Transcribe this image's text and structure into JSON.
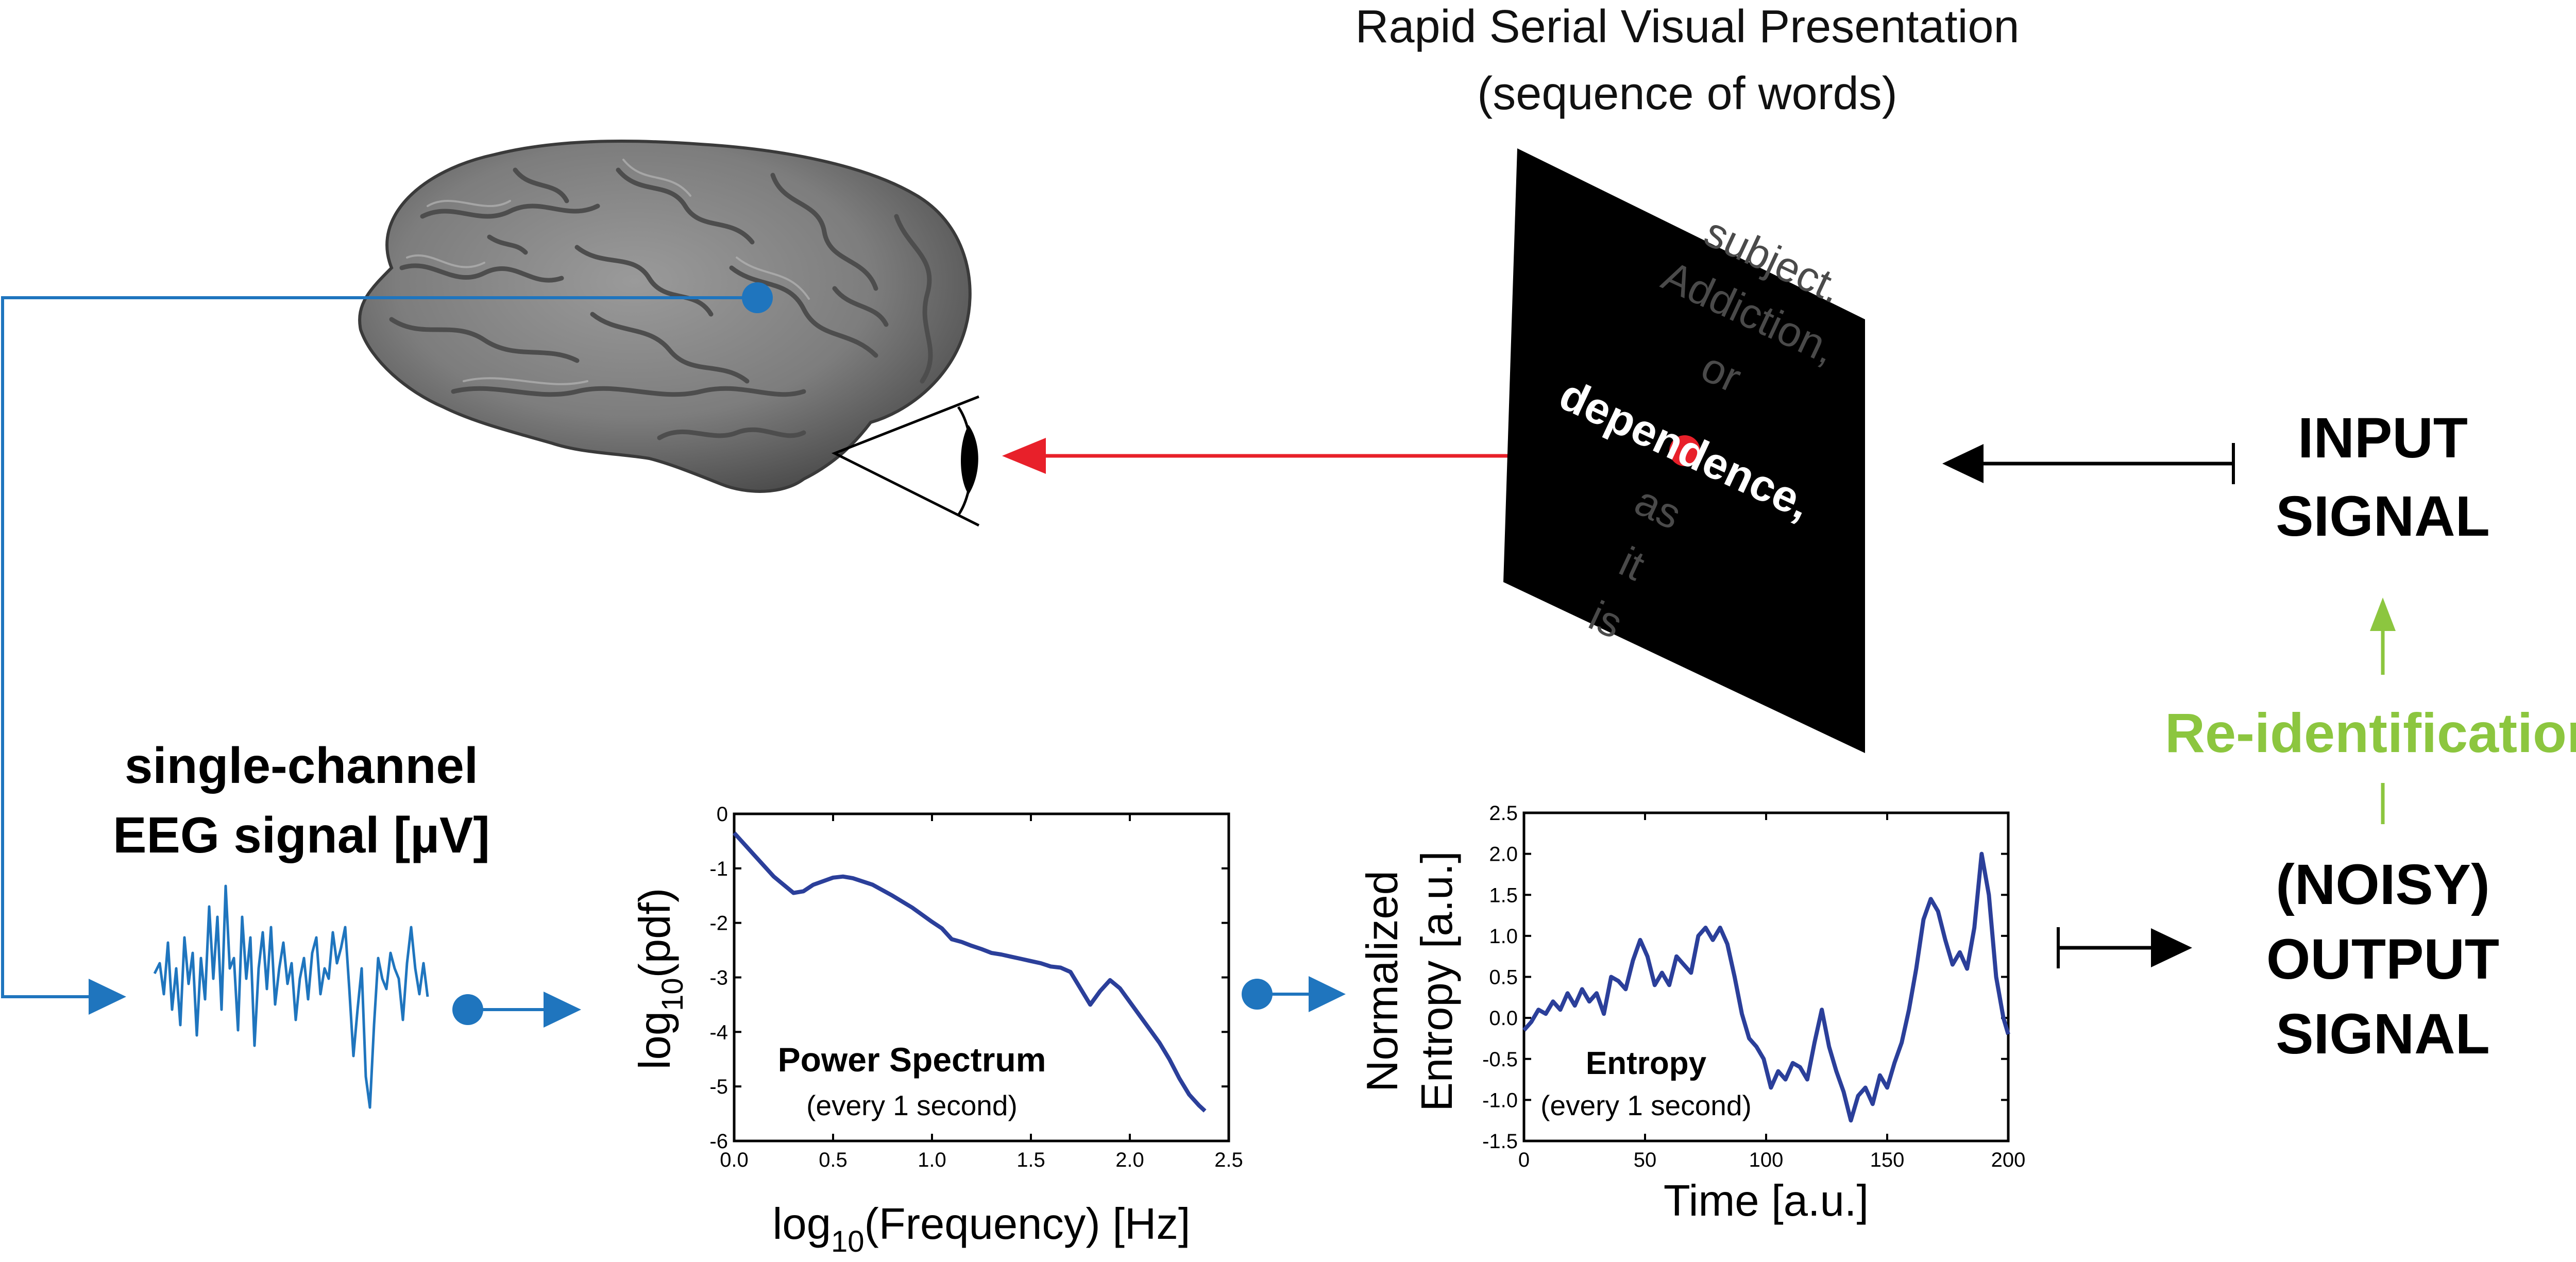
{
  "rsvp": {
    "title_line1": "Rapid Serial Visual Presentation",
    "title_line2": "(sequence of words)",
    "words_before": [
      "subject.",
      "Addiction,",
      "or"
    ],
    "current_word": "dependence,",
    "words_after": [
      "as",
      "it",
      "is"
    ]
  },
  "input_signal": {
    "line1": "INPUT",
    "line2": "SIGNAL"
  },
  "reidentification": {
    "label": "Re-identification",
    "color": "#8cc63f"
  },
  "output_signal": {
    "line1": "(NOISY)",
    "line2": "OUTPUT",
    "line3": "SIGNAL"
  },
  "eeg": {
    "line1": "single-channel",
    "line2": "EEG signal [µV]"
  },
  "colors": {
    "blue": "#1f75be",
    "red": "#e8202a",
    "plot_line": "#2b3f9a",
    "black": "#000000"
  },
  "icons": [
    "brain-image",
    "eye-icon",
    "electrode-dot-icon",
    "arrow-right-icon",
    "arrow-left-icon",
    "arrow-up-icon"
  ],
  "chart_data": [
    {
      "type": "line",
      "title": "Power Spectrum",
      "subtitle": "(every 1 second)",
      "xlabel_prefix": "log",
      "xlabel_sub": "10",
      "xlabel_rest": "(Frequency) [Hz]",
      "ylabel_prefix": "log",
      "ylabel_sub": "10",
      "ylabel_rest": "(pdf)",
      "xlim": [
        0.0,
        2.5
      ],
      "ylim": [
        -6,
        0
      ],
      "xticks": [
        "0.0",
        "0.5",
        "1.0",
        "1.5",
        "2.0",
        "2.5"
      ],
      "yticks": [
        "0",
        "-1",
        "-2",
        "-3",
        "-4",
        "-5",
        "-6"
      ],
      "series": [
        {
          "x": [
            0.0,
            0.1,
            0.2,
            0.3,
            0.35,
            0.4,
            0.5,
            0.55,
            0.6,
            0.7,
            0.8,
            0.9,
            1.0,
            1.05,
            1.1,
            1.15,
            1.2,
            1.25,
            1.3,
            1.35,
            1.4,
            1.45,
            1.5,
            1.55,
            1.6,
            1.65,
            1.7,
            1.75,
            1.8,
            1.85,
            1.9,
            1.95,
            2.0,
            2.05,
            2.1,
            2.15,
            2.2,
            2.25,
            2.3,
            2.35,
            2.38
          ],
          "y": [
            -0.35,
            -0.75,
            -1.15,
            -1.45,
            -1.42,
            -1.3,
            -1.17,
            -1.15,
            -1.18,
            -1.3,
            -1.5,
            -1.72,
            -1.98,
            -2.1,
            -2.3,
            -2.35,
            -2.42,
            -2.48,
            -2.55,
            -2.58,
            -2.62,
            -2.66,
            -2.7,
            -2.74,
            -2.8,
            -2.82,
            -2.9,
            -3.2,
            -3.5,
            -3.25,
            -3.05,
            -3.2,
            -3.45,
            -3.7,
            -3.95,
            -4.2,
            -4.5,
            -4.85,
            -5.15,
            -5.35,
            -5.45
          ]
        }
      ]
    },
    {
      "type": "line",
      "title": "Entropy",
      "subtitle": "(every 1 second)",
      "xlabel": "Time [a.u.]",
      "ylabel_line1": "Normalized",
      "ylabel_line2": "Entropy [a.u.]",
      "xlim": [
        0,
        200
      ],
      "ylim": [
        -1.5,
        2.5
      ],
      "xticks": [
        "0",
        "50",
        "100",
        "150",
        "200"
      ],
      "yticks": [
        "2.5",
        "2.0",
        "1.5",
        "1.0",
        "0.5",
        "0.0",
        "-0.5",
        "-1.0",
        "-1.5"
      ],
      "series": [
        {
          "x": [
            0,
            3,
            6,
            9,
            12,
            15,
            18,
            21,
            24,
            27,
            30,
            33,
            36,
            39,
            42,
            45,
            48,
            51,
            54,
            57,
            60,
            63,
            66,
            69,
            72,
            75,
            78,
            81,
            84,
            87,
            90,
            93,
            96,
            99,
            102,
            105,
            108,
            111,
            114,
            117,
            120,
            123,
            126,
            129,
            132,
            135,
            138,
            141,
            144,
            147,
            150,
            153,
            156,
            159,
            162,
            165,
            168,
            171,
            174,
            177,
            180,
            183,
            186,
            189,
            192,
            195,
            198,
            200
          ],
          "y": [
            -0.15,
            -0.05,
            0.1,
            0.05,
            0.2,
            0.1,
            0.3,
            0.15,
            0.35,
            0.2,
            0.3,
            0.05,
            0.5,
            0.45,
            0.35,
            0.7,
            0.95,
            0.75,
            0.4,
            0.55,
            0.4,
            0.75,
            0.65,
            0.55,
            1.0,
            1.1,
            0.95,
            1.1,
            0.9,
            0.5,
            0.05,
            -0.25,
            -0.35,
            -0.5,
            -0.85,
            -0.65,
            -0.75,
            -0.55,
            -0.6,
            -0.75,
            -0.3,
            0.1,
            -0.35,
            -0.65,
            -0.9,
            -1.25,
            -0.95,
            -0.85,
            -1.05,
            -0.7,
            -0.85,
            -0.55,
            -0.3,
            0.1,
            0.6,
            1.2,
            1.45,
            1.3,
            0.95,
            0.65,
            0.8,
            0.6,
            1.1,
            2.0,
            1.5,
            0.5,
            0.0,
            -0.2
          ]
        }
      ]
    }
  ]
}
